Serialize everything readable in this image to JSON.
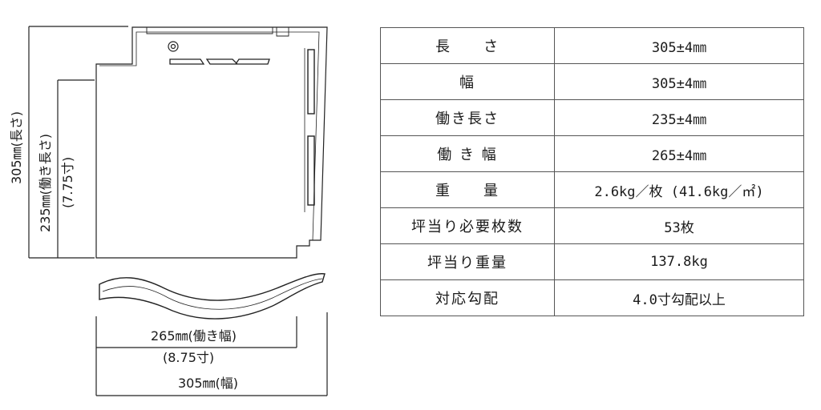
{
  "dimensions": {
    "total_length": "305㎜(長さ)",
    "working_length": "235㎜(働き長さ)",
    "working_length_sun": "(7.75寸)",
    "working_width": "265㎜(働き幅)",
    "working_width_sun": "(8.75寸)",
    "total_width": "305㎜(幅)"
  },
  "specs": [
    {
      "label": "長　　さ",
      "value": "305±4㎜"
    },
    {
      "label": "幅",
      "value": "305±4㎜"
    },
    {
      "label": "働き長さ",
      "value": "235±4㎜"
    },
    {
      "label": "働 き 幅",
      "value": "265±4㎜"
    },
    {
      "label": "重　　量",
      "value": "2.6kg／枚 (41.6kg／㎡)"
    },
    {
      "label": "坪当り必要枚数",
      "value": "53枚"
    },
    {
      "label": "坪当り重量",
      "value": "137.8kg"
    },
    {
      "label": "対応勾配",
      "value": "4.0寸勾配以上"
    }
  ]
}
